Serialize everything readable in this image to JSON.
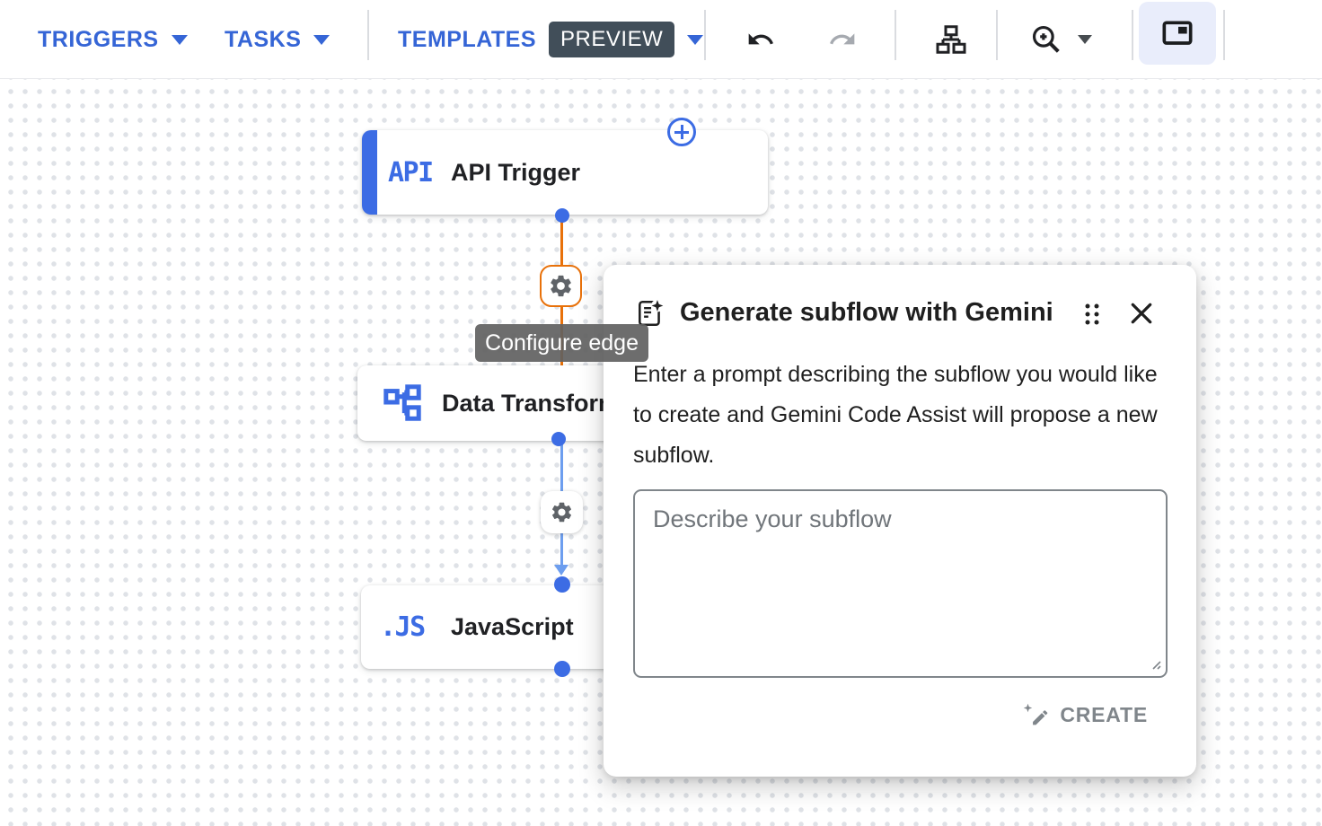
{
  "toolbar": {
    "triggers_label": "TRIGGERS",
    "tasks_label": "TASKS",
    "templates_label": "TEMPLATES",
    "preview_badge": "PREVIEW"
  },
  "canvas": {
    "nodes": [
      {
        "icon": "api-text-icon",
        "icon_text": "API",
        "label": "API Trigger"
      },
      {
        "icon": "data-mapping-icon",
        "icon_text": "",
        "label": "Data Transformer"
      },
      {
        "icon": "js-text-icon",
        "icon_text": ".JS",
        "label": "JavaScript"
      }
    ],
    "edge_tooltip": "Configure edge"
  },
  "dialog": {
    "title": "Generate subflow with Gemini",
    "description": "Enter a prompt describing the subflow you would like to create and Gemini Code Assist will propose a new subflow.",
    "prompt_placeholder": "Describe your subflow",
    "create_label": "CREATE"
  },
  "icons": {
    "undo-icon": "curved-left-arrow",
    "redo-icon": "curved-right-arrow",
    "auto-layout-icon": "sitemap-boxes",
    "zoom-in-icon": "magnifier-plus",
    "minimap-toggle-icon": "picture-in-picture-rect",
    "gear-icon": "settings-gear",
    "add-node-icon": "plus-in-circle",
    "generate-subflow-icon": "document-with-sparkle",
    "drag-handle-icon": "six-dots",
    "close-icon": "x-mark",
    "magic-pen-icon": "pencil-with-sparkle"
  },
  "colors": {
    "accent_blue": "#3565d6",
    "node_blue": "#3c6ce4",
    "edge_orange": "#e8710a",
    "edge_blue": "#6d9eef",
    "preview_badge_bg": "#414e59",
    "tooltip_bg": "#616161",
    "icon_gray": "#5f6368",
    "disabled_gray": "#80868b",
    "selected_button_bg": "#e9edfb"
  }
}
